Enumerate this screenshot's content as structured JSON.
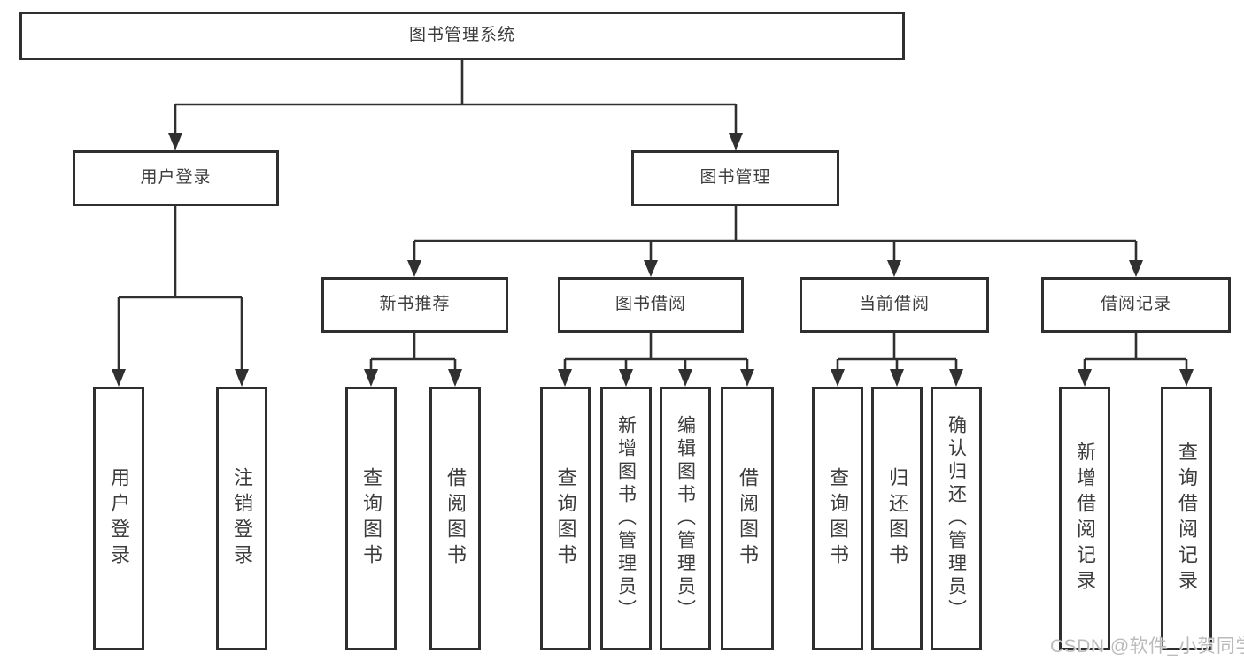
{
  "diagram": {
    "root": {
      "label": "图书管理系统"
    },
    "branches": [
      {
        "label": "用户登录",
        "children": [
          {
            "label": "用户登录"
          },
          {
            "label": "注销登录"
          }
        ]
      },
      {
        "label": "图书管理",
        "sections": [
          {
            "label": "新书推荐",
            "children": [
              {
                "label": "查询图书"
              },
              {
                "label": "借阅图书"
              }
            ]
          },
          {
            "label": "图书借阅",
            "children": [
              {
                "label": "查询图书"
              },
              {
                "label": "新增图书（管理员）"
              },
              {
                "label": "编辑图书（管理员）"
              },
              {
                "label": "借阅图书"
              }
            ]
          },
          {
            "label": "当前借阅",
            "children": [
              {
                "label": "查询图书"
              },
              {
                "label": "归还图书"
              },
              {
                "label": "确认归还（管理员）"
              }
            ]
          },
          {
            "label": "借阅记录",
            "children": [
              {
                "label": "新增借阅记录"
              },
              {
                "label": "查询借阅记录"
              }
            ]
          }
        ]
      }
    ],
    "colors": {
      "line": "#303030",
      "border": "#2f2f2f",
      "text": "#3c3c3c",
      "background": "#ffffff",
      "watermark": "#afafaf"
    }
  },
  "watermark": {
    "text": "CSDN @软件_小贺同学"
  }
}
